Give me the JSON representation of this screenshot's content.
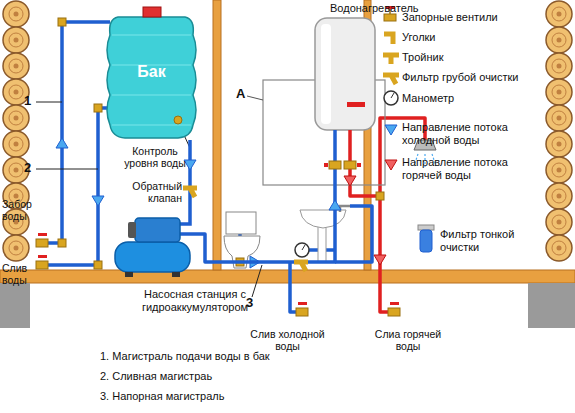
{
  "diagram": {
    "nodes": [
      {
        "text": [
          "Бак"
        ]
      },
      {
        "text": [
          "Водонагреватель"
        ]
      },
      {
        "text": [
          "Насосная станция с гидроаккумулятором"
        ]
      }
    ],
    "edges": [
      {
        "from": 0,
        "to": 2,
        "arrow": "none"
      },
      {
        "from": 2,
        "to": 1,
        "arrow": "none"
      }
    ],
    "labels": [
      "1",
      "2",
      "3",
      "A",
      "Контроль уровня воды",
      "Обратный клапан",
      "Забор воды",
      "Слив воды",
      "Слив холодной воды",
      "Слиа горячей воды",
      "1. Магистраль подачи воды в бак",
      "2. Сливная магистраь",
      "3. Напорная магистраль"
    ],
    "legend": [
      {
        "text": "Запорные вентили"
      },
      {
        "text": "Уголки"
      },
      {
        "text": "Тройник"
      },
      {
        "text": "Фильтр грубой очистки"
      },
      {
        "text": "Манометр"
      },
      {
        "text": "Направление потока холодной воды"
      },
      {
        "text": "Направление потока горячей воды"
      },
      {
        "text": "Фильтр тонкой очистки"
      }
    ]
  }
}
